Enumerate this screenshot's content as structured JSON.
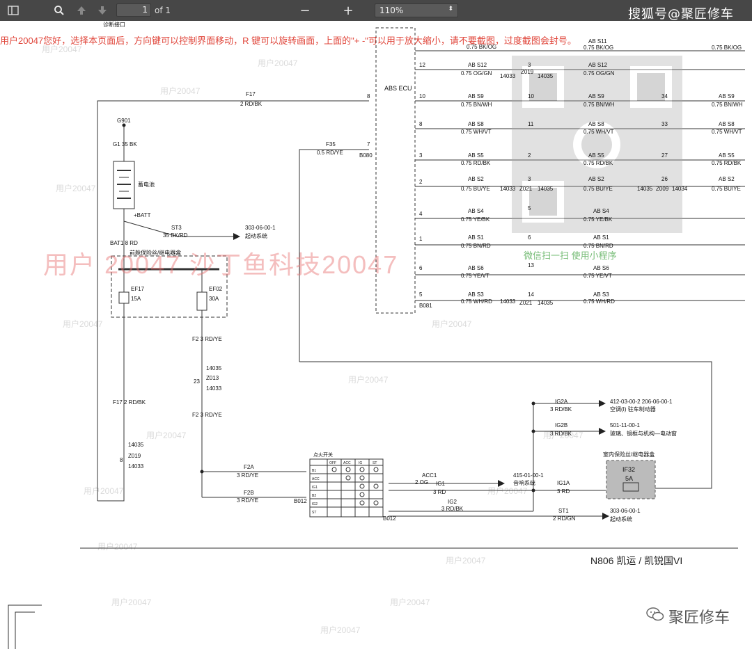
{
  "toolbar": {
    "page_value": "1",
    "page_of": "of 1",
    "zoom": "110%",
    "brand": "搜狐号@聚匠修车"
  },
  "notice": "用户20047您好，选择本页面后，方向键可以控制界面移动，R 键可以旋转画面，上面的\"+ -\"可以用于放大缩小，请不要截图，过度截图会封号。",
  "watermark_big": "用户  20047 沙丁鱼科技20047",
  "watermark_small": "用户20047",
  "wechat": "微信扫一扫  使用小程序",
  "model": "N806 凯运 / 凯锐国VI",
  "footer_brand": "聚匠修车",
  "diagram": {
    "top_label": "诊断接口",
    "g901": "G901",
    "g1": "G1 35 BK",
    "battery": "蓄电池",
    "batt_plus": "+BATT",
    "st3": "ST3",
    "st3_wire": "35 BK/RD",
    "st3_ref": "303-06-00-1",
    "st3_dest": "起动系统",
    "bat1": "BAT1 8 RD",
    "fuse_box_front": "前舱保险丝/继电器盒",
    "ef17": "EF17",
    "ef17_a": "15A",
    "ef02": "EF02",
    "ef02_a": "30A",
    "f17": "F17",
    "f17_wire": "2 RD/BK",
    "f17_lower": "F17  2 RD/BK",
    "f2": "F2  3 RD/YE",
    "f2_lower": "F2  3 RD/YE",
    "n14035": "14035",
    "n14033": "14033",
    "z013": "Z013",
    "z019": "Z019",
    "pin23": "23",
    "pin8": "8",
    "f35": "F35",
    "f35_wire": "0.5 RD/YE",
    "b080": "B080",
    "pin7": "7",
    "abs_ecu": "ABS ECU",
    "b081": "B081",
    "f2a": "F2A",
    "f2a_wire": "3 RD/YE",
    "f2b": "F2B",
    "f2b_wire": "3 RD/YE",
    "b012": "B012",
    "ign_switch": "点火开关",
    "ign_cols": [
      "OFF",
      "ACC",
      "IG",
      "ST"
    ],
    "ign_rows": [
      "B1",
      "ACC",
      "IG1",
      "B2",
      "IG2",
      "ST"
    ],
    "acc1": "ACC1",
    "acc1_wire": "2 OG",
    "acc1_ref": "415-01-00-1",
    "acc1_dest": "音响系统",
    "ig1": "IG1",
    "ig1_wire": "3 RD",
    "ig2": "IG2",
    "ig2_wire": "3 RD/BK",
    "ig2a": "IG2A",
    "ig2a_wire": "3 RD/BK",
    "ig2a_ref": "412-03-00-2  206-06-00-1",
    "ig2a_dest": "空调(I)    驻车制动器",
    "ig2b": "IG2B",
    "ig2b_wire": "3 RD/BK",
    "ig2b_ref": "501-11-00-1",
    "ig2b_dest": "玻璃、镜框与机构—电动窗",
    "ig1a": "IG1A",
    "ig1a_wire": "3 RD",
    "st1": "ST1",
    "st1_wire": "2 RD/GN",
    "st1_ref": "303-06-00-1",
    "st1_dest": "起动系统",
    "fuse_box_inner": "室内保险丝/继电器盒",
    "if32": "IF32",
    "if32_a": "5A",
    "abs_rows": [
      {
        "pin": "",
        "name": "",
        "wire": "0.75 BK/OG",
        "mid": "",
        "name2": "AB S11",
        "wire2": "0.75 BK/OG",
        "rpin": ""
      },
      {
        "pin": "12",
        "name": "AB S12",
        "wire": "0.75 OG/GN",
        "mid": "3",
        "name2": "AB S12",
        "wire2": "0.75 OG/GN",
        "rpin": ""
      },
      {
        "pin": "10",
        "name": "AB S9",
        "wire": "0.75 BN/WH",
        "mid": "10",
        "name2": "AB S9",
        "wire2": "0.75 BN/WH",
        "rpin": "34"
      },
      {
        "pin": "8",
        "name": "AB S8",
        "wire": "0.75 WH/VT",
        "mid": "11",
        "name2": "AB S8",
        "wire2": "0.75 WH/VT",
        "rpin": "33"
      },
      {
        "pin": "3",
        "name": "AB S5",
        "wire": "0.75 RD/BK",
        "mid": "2",
        "name2": "AB S5",
        "wire2": "0.75 RD/BK",
        "rpin": "27"
      },
      {
        "pin": "2",
        "name": "AB S2",
        "wire": "0.75 BU/YE",
        "mid": "3",
        "name2": "AB S2",
        "wire2": "0.75 BU/YE",
        "rpin": "26"
      },
      {
        "pin": "4",
        "name": "AB S4",
        "wire": "0.75 YE/BK",
        "mid": "5",
        "name2": "AB S4",
        "wire2": "0.75 YE/BK",
        "rpin": ""
      },
      {
        "pin": "1",
        "name": "AB S1",
        "wire": "0.75 BN/RD",
        "mid": "6",
        "name2": "AB S1",
        "wire2": "0.75 BN/RD",
        "rpin": ""
      },
      {
        "pin": "6",
        "name": "AB S6",
        "wire": "0.75 YE/VT",
        "mid": "13",
        "name2": "AB S6",
        "wire2": "0.75 YE/VT",
        "rpin": ""
      },
      {
        "pin": "5",
        "name": "AB S3",
        "wire": "0.75 WH/RD",
        "mid": "14",
        "name2": "AB S3",
        "wire2": "0.75 WH/RD",
        "rpin": ""
      }
    ],
    "z019_top": "Z019",
    "z021": "Z021",
    "z009": "Z009",
    "n14034": "14034"
  }
}
